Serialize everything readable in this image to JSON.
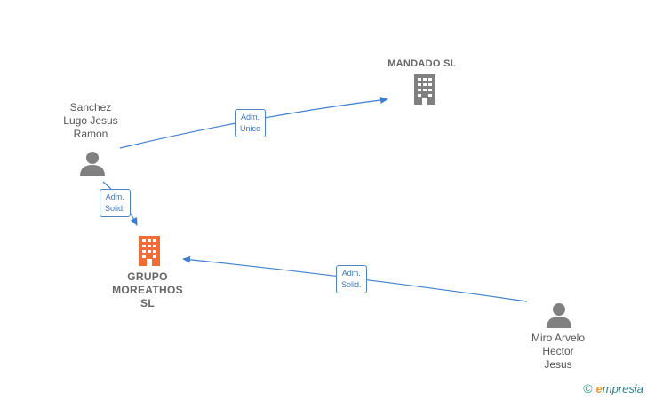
{
  "colors": {
    "edge": "#3b7fd0",
    "company_highlight": "#f26a36",
    "company_default": "#808080",
    "person": "#808080"
  },
  "nodes": {
    "mandado": {
      "label": "MANDADO  SL",
      "icon": "building-icon"
    },
    "grupo": {
      "lines": [
        "GRUPO",
        "MOREATHOS",
        "SL"
      ],
      "icon": "building-icon"
    },
    "sanchez": {
      "lines": [
        "Sanchez",
        "Lugo Jesus",
        "Ramon"
      ],
      "icon": "person-icon"
    },
    "miro": {
      "lines": [
        "Miro Arvelo",
        "Hector",
        "Jesus"
      ],
      "icon": "person-icon"
    }
  },
  "edges": [
    {
      "from": "sanchez",
      "to": "mandado",
      "label": [
        "Adm.",
        "Unico"
      ]
    },
    {
      "from": "sanchez",
      "to": "grupo",
      "label": [
        "Adm.",
        "Solid."
      ]
    },
    {
      "from": "miro",
      "to": "grupo",
      "label": [
        "Adm.",
        "Solid."
      ]
    }
  ],
  "footer": {
    "copyright": "©",
    "brand_first": "e",
    "brand_rest": "mpresia"
  }
}
